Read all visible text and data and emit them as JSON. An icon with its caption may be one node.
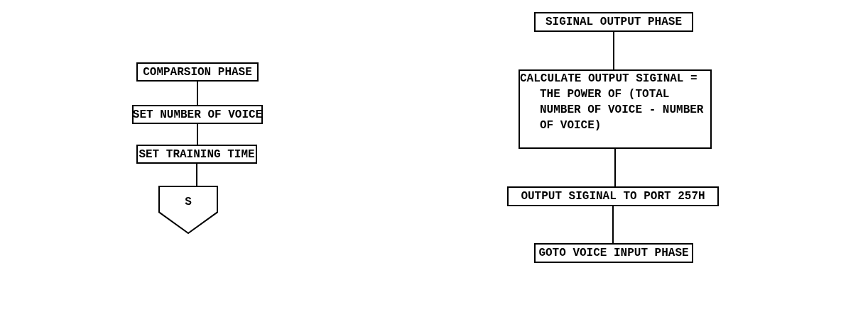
{
  "diagram": {
    "nodes": [
      {
        "text": [
          "COMPARSION PHASE"
        ]
      },
      {
        "text": [
          "SET NUMBER OF VOICE"
        ]
      },
      {
        "text": [
          "SET TRAINING TIME"
        ]
      },
      {
        "text": [
          "S"
        ]
      },
      {
        "text": [
          "SIGINAL OUTPUT PHASE"
        ]
      },
      {
        "text": [
          "CALCULATE OUTPUT SIGINAL = THE POWER OF (TOTAL NUMBER OF VOICE - NUMBER OF VOICE)"
        ]
      },
      {
        "text": [
          "OUTPUT SIGINAL TO PORT 257H"
        ]
      },
      {
        "text": [
          "GOTO VOICE INPUT PHASE"
        ]
      }
    ],
    "edges": [
      {
        "from": 0,
        "to": 1,
        "arrow": "none"
      },
      {
        "from": 1,
        "to": 2,
        "arrow": "none"
      },
      {
        "from": 2,
        "to": 3,
        "arrow": "none"
      },
      {
        "from": 4,
        "to": 5,
        "arrow": "none"
      },
      {
        "from": 5,
        "to": 6,
        "arrow": "none"
      },
      {
        "from": 6,
        "to": 7,
        "arrow": "none"
      }
    ]
  }
}
